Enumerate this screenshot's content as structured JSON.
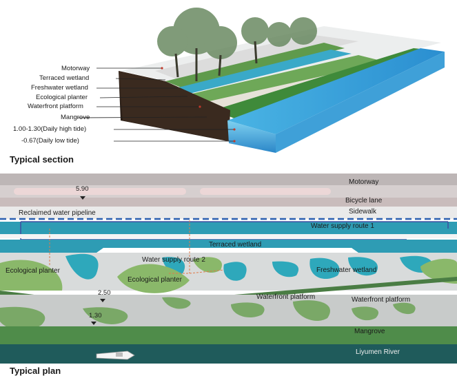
{
  "section": {
    "title": "Typical section",
    "labels": {
      "motorway": "Motorway",
      "terraced_wetland": "Terraced wetland",
      "freshwater_wetland": "Freshwater wetland",
      "ecological_planter": "Ecological planter",
      "waterfront_platform": "Waterfront platform",
      "mangrove": "Mangrove",
      "high_tide": "1.00-1.30(Daily high tide)",
      "low_tide": "-0.67(Daily  low tide)"
    }
  },
  "plan": {
    "title": "Typical plan",
    "labels": {
      "motorway": "Motorway",
      "elev_590": "5.90",
      "bicycle_lane": "Bicycle lane",
      "sidewalk": "Sidewalk",
      "reclaimed_pipeline": "Reclaimed water pipeline",
      "supply_route_1": "Water supply route 1",
      "terraced_wetland": "Terraced wetland",
      "supply_route_2": "Water supply route 2",
      "eco_planter_left": "Ecological planter",
      "eco_planter_mid": "Ecological planter",
      "freshwater_wetland": "Freshwater wetland",
      "elev_250": "2.50",
      "waterfront_platform_1": "Waterfront platform",
      "waterfront_platform_2": "Waterfront platform",
      "elev_130": "1.30",
      "mangrove": "Mangrove",
      "river": "Liyumen River"
    }
  },
  "colors": {
    "water": "#2a9fb8",
    "green": "#8ab86a",
    "road": "#cfc6c6",
    "platform": "#d9dbdb",
    "mangrove": "#4e8a4a",
    "river": "#1e5c5c",
    "pipeline": "#2b5fb0",
    "arrow": "#e07a4a"
  }
}
